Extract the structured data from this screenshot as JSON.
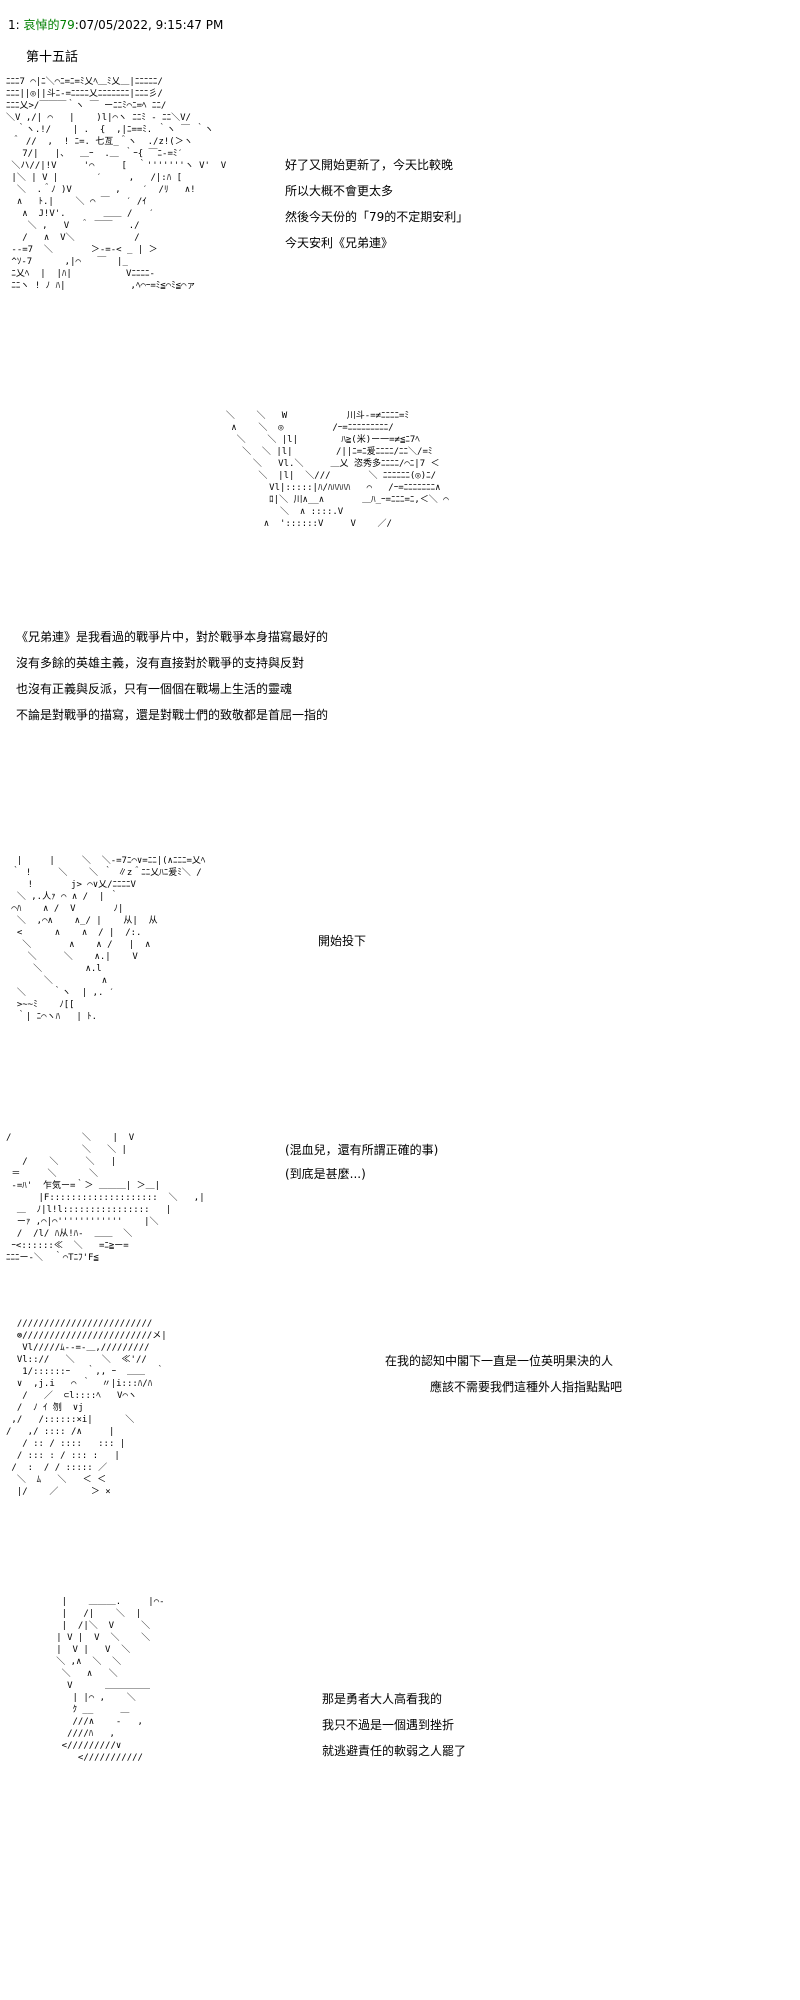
{
  "post": {
    "number": "1",
    "username": "哀悼的79",
    "datetime": ":07/05/2022, 9:15:47 PM"
  },
  "chapter_title": "第十五話",
  "blocks": [
    {
      "lines": [
        "好了又開始更新了，今天比較晚",
        "所以大概不會更太多",
        "然後今天份的「79的不定期安利」",
        "今天安利《兄弟連》"
      ]
    },
    {
      "lines": [
        "《兄弟連》是我看過的戰爭片中，對於戰爭本身描寫最好的",
        "沒有多餘的英雄主義，沒有直接對於戰爭的支持與反對",
        "也沒有正義與反派，只有一個個在戰場上生活的靈魂",
        "不論是對戰爭的描寫，還是對戰士們的致敬都是首屈一指的"
      ]
    },
    {
      "lines": [
        "開始投下"
      ]
    },
    {
      "lines": [
        "(混血兒，還有所謂正確的事)",
        "(到底是甚麼...)"
      ]
    },
    {
      "lines": [
        "在我的認知中閣下一直是一位英明果決的人",
        "應該不需要我們這種外人指指點點吧"
      ]
    },
    {
      "lines": [
        "那是勇者大人高看我的",
        "我只不過是一個遇到挫折",
        "就逃避責任的軟弱之人罷了"
      ]
    }
  ],
  "ascii_art": [
    "ﾆﾆﾆ7 ⌒|ﾆ＼⌒ﾆ=ﾆ=ﾐ乂ﾍ＿ﾐ乂＿|ﾆﾆﾆﾆﾆ/\nﾆﾆﾆ||◎||斗ﾆ-=ﾆﾆﾆﾆ乂ﾆﾆﾆﾆﾆﾆﾆ|ﾆﾆﾆ彡/\nﾆﾆﾆ乂>/￣￣￣｀ヽ ￣ ーﾆﾆﾐ⌒ﾆ=ﾍ ﾆﾆ/\n＼V ,/| ⌒   |    )l|⌒ヽ ﾆﾆﾐ - ﾆﾆ＼V/\n  ｀ヽ.!/    | .  {  ,|ﾆ==ﾐ. ｀ヽ ￣ ｀ヽ\n ＾ //  ,  ! ﾆ=. 七亙_＾ヽ  ./z!(＞ヽ\n   7/|   |、  ＿ｰ  .＿ ｀ｰ{ ￣ﾆ-=ﾐ′\n ＼ハ//|!V     '⌒     [  ｀'''''''ヽ V'  V\n |＼ | V |       ′     ,   /|:ﾊ [\n  ＼  .＾ﾉ )V        ,    ′  /ﾘ   ∧!\n  ∧   ﾄ.|    ＼ ⌒ ￣   ′ /ｲ\n   ∧  J!V'.       ＿＿ /   ′\n    ＼ ,   V  ＾ ￣￣   ./\n   /   ∧  V＼           /\n --=7  ＼       ＞-=-< _ | ＞\n ^ｿ-7      ,|⌒   ￣  |_\n ﾆ乂ﾍ  |  |ﾊ|          Vﾆﾆﾆﾆ-\n ﾆﾆヽ ! ﾉ ﾊ|            ,ﾍ⌒ｰ=ﾐ≦⌒ﾐ≦⌒ァ",
    "  ＼    ＼   W           川斗-=≠ﾆﾆﾆﾆ=ﾐ\n   ∧    ＼  ◎         /ｰ=ﾆﾆﾆﾆﾆﾆﾆﾆﾆ/\n    ＼    ＼ |l|        ﾊ≧(米)ー一=≠≦ﾆ7ﾍ\n     ＼  ＼ |l|        /||ﾆ=ﾆ爰ﾆﾆﾆﾆ/ﾆﾆ＼/=ﾐ\n       ＼   Vl.＼     ＿乂 恣秀多ﾆﾆﾆﾆ/⌒ﾆ|7 ＜\n        ＼  |l|  ＼///       ＼ ﾆﾆﾆﾆﾆﾆ(◎)ﾆ/\n          Vl|:::::|ﾊ/ﾊﾊﾊﾊﾊ   ⌒   /ｰ=ﾆﾆﾆﾆﾆﾆﾆ∧\n          ﾛ|＼ 川∧__∧       ＿ﾊ_ｰ=ﾆﾆﾆ=ﾆ,＜＼ ⌒\n            ＼  ∧ ::::.V  \n         ∧  '::::::V     V    ／/\n",
    "  |     |     ＼  ＼-=7ﾆ⌒∨=ﾆﾆ|(∧ﾆﾆﾆ=乂ﾍ\n ｀ !     ＼    ＼ ｀ ∥z＾ﾆﾆ乂ﾊﾆ爰ﾐ＼ /\n    !       j> ⌒∨乂/ﾆﾆﾆﾆV\n  ＼ ,.人ｧ ⌒ ∧ /  | ｀\n ⌒ﾊ    ∧ /  V       ﾉ|\n  ＼  ,⌒∧    ∧_/ |    从|  从\n  <      ∧    ∧  / |  /:.\n   ＼       ∧    ∧ /   |  ∧\n    ＼     ＼    ∧.|    V\n     ＼        ∧.l\n       ＼         ∧\n  ＼     ｀ヽ  | ,. ′\n  >~~ﾐ    ﾉ[[\n  ｀| ﾆ⌒ヽﾊ   | ﾄ.",
    "/             ＼    |  V\n              ＼   ＼ |\n   /    ＼     ＼   |\n ＝     ＼      ＼\n -=ﾊ'  乍気ー=｀＞ ＿＿＿| ＞＿|\n      |F::::::::::::::::::::  ＼   ,|\n  ＿  ﾉ|l!l::::::::::::::::   |\n  ーｧ ,⌒|⌒''''''''''''    |＼\n  /  /l/ ﾊ从!ﾊ-  ＿＿  ＼\n ｰ<::::::≪  ＼   =ﾆ≧ー=  \nﾆﾆﾆー-＼  ｀⌒Tﾆﾌ'F≦",
    "  /////////////////////////\n  ⊗////////////////////////メ|\n   Vl/////ﾑ--=-＿,/////////\n  Vl:://   ＼     ＼  ≪'//\n   1/::::::ｰ   ｀,, ｰ  ＿＿  ｀\n  ∨  ,j.i   ⌒ ｀  〃|i:::ﾊ/ﾊ\n   /   ／  ⊂l::::ﾍ   V⌒ヽ  \n  /  ﾉ ｲ 刎  ∨j       \n ,/   /::::::×i|      ＼\n/   ,/ :::: /∧     |\n   / :: / ::::   ::: |\n  / ::: : / ::: :   |\n /  :  / / ::::: ／\n  ＼  ﾑ   ＼   ＜ ＜\n  |/    ／      ＞ ×",
    "    |    ＿＿＿.     |⌒-\n    |   /|    ＼  |\n    |  /|＼  V     ＼\n   | V |  V  ＼    ＼\n   |  V |   V  ＼\n   ＼ ,∧  ＼  ＼\n    ＼   ∧   ＼\n     V      ＿＿＿＿＿  \n      | |⌒ ,    ＼  \n      ｸ __     ＿  \n      ///∧    -   ,\n     ////ﾊ   ,  \n    </////////∨\n       <///////////"
  ]
}
